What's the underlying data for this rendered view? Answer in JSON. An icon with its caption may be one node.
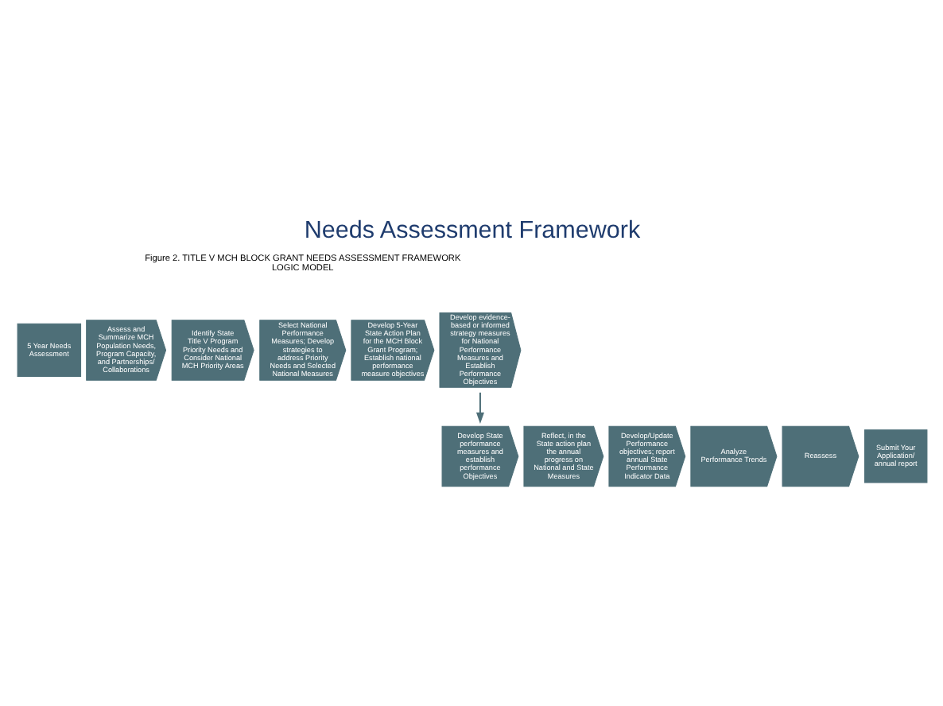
{
  "diagram": {
    "title": "Needs Assessment Framework",
    "nodes": [
      {
        "text": [
          "5 Year Needs Assessment"
        ]
      },
      {
        "text": [
          "Assess and Summarize MCH Population Needs, Program Capacity, and Partnerships/ Collaborations"
        ]
      },
      {
        "text": [
          "Identify State Title V Program Priority Needs and Consider National MCH Priority Areas"
        ]
      },
      {
        "text": [
          "Select National Performance Measures; Develop strategies to address Priority Needs and Selected National Measures"
        ]
      },
      {
        "text": [
          "Develop 5-Year State Action Plan for the MCH Block Grant Program; Establish national performance measure objectives"
        ]
      },
      {
        "text": [
          "Develop evidence-based or informed strategy measures for National Performance Measures and Establish Performance Objectives"
        ]
      },
      {
        "text": [
          "Develop State performance measures and establish performance Objectives"
        ]
      },
      {
        "text": [
          "Reflect, in the State action plan the annual progress on National and State Measures"
        ]
      },
      {
        "text": [
          "Develop/Update Performance objectives; report annual State Performance Indicator Data"
        ]
      },
      {
        "text": [
          "Analyze Performance Trends"
        ]
      },
      {
        "text": [
          "Reassess"
        ]
      },
      {
        "text": [
          "Submit Your Application/ annual report"
        ]
      }
    ],
    "edges": [
      {
        "from": 5,
        "to": 6,
        "arrow": "to"
      }
    ],
    "labels": [
      "Figure 2. TITLE V MCH BLOCK GRANT NEEDS ASSESSMENT FRAMEWORK LOGIC MODEL"
    ]
  }
}
